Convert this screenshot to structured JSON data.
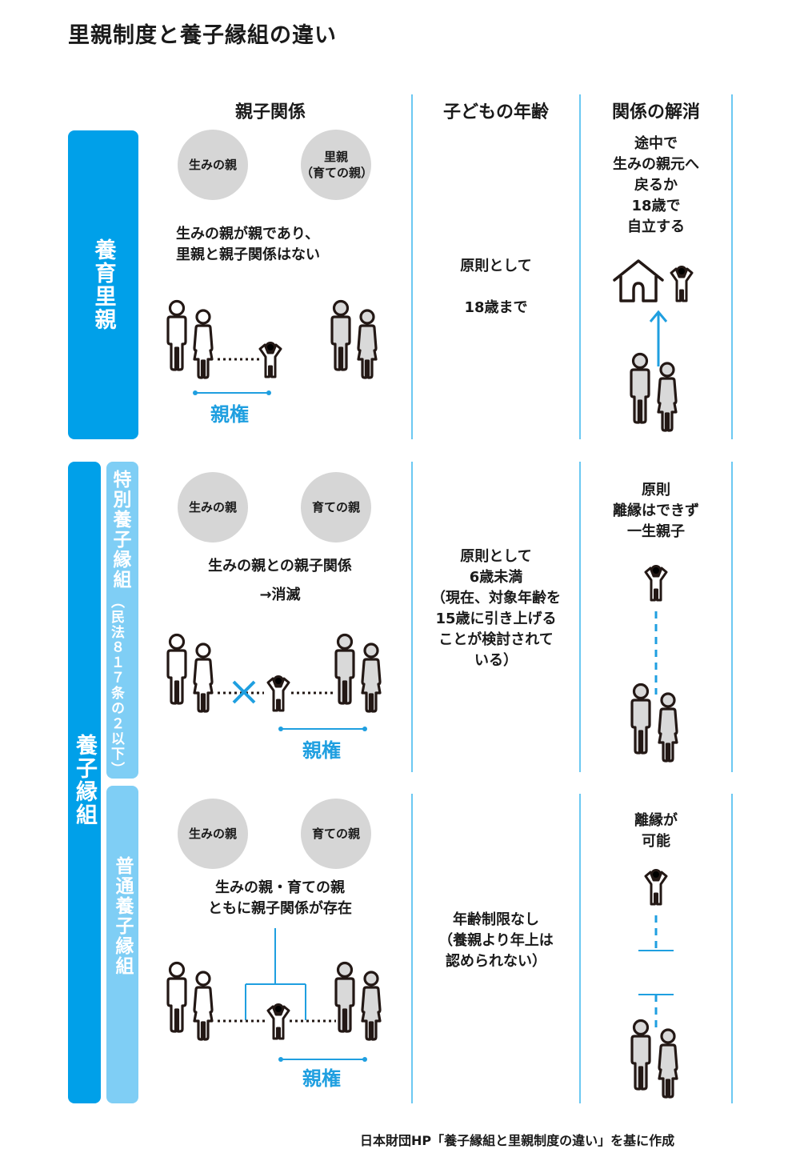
{
  "title": "里親制度と養子縁組の違い",
  "columns": {
    "relationship": "親子関係",
    "child_age": "子どもの年齢",
    "dissolution": "関係の解消"
  },
  "foster": {
    "label": "養育里親",
    "circle_birth": "生みの親",
    "circle_foster": "里親\n（育ての親）",
    "relationship_text": "生みの親が親であり、\n里親と親子関係はない",
    "custody_label": "親権",
    "age_text": "原則として\n\n18歳まで",
    "dissolution_text": "途中で\n生みの親元へ\n戻るか\n18歳で\n自立する"
  },
  "adoption": {
    "label": "養子縁組",
    "special": {
      "label": "特別養子縁組",
      "law_note": "（民法８１７条の２以下）",
      "circle_birth": "生みの親",
      "circle_raising": "育ての親",
      "relationship_text": "生みの親との親子関係\n→消滅",
      "custody_label": "親権",
      "age_text": "原則として\n6歳未満\n（現在、対象年齢を\n15歳に引き上げる\nことが検討されて\nいる）",
      "dissolution_text": "原則\n離縁はできず\n一生親子"
    },
    "ordinary": {
      "label": "普通養子縁組",
      "circle_birth": "生みの親",
      "circle_raising": "育ての親",
      "relationship_text": "生みの親・育ての親\nともに親子関係が存在",
      "custody_label": "親権",
      "age_text": "年齢制限なし\n（養親より年上は\n認められない）",
      "dissolution_text": "離縁が\n可能"
    }
  },
  "colors": {
    "primary_blue": "#00a0e9",
    "light_blue": "#7fcef5",
    "line_blue": "#6cc8f2",
    "circle_gray": "#d6d6d6",
    "figure_gray": "#d9d9d9"
  },
  "footer": "日本財団HP「養子縁組と里親制度の違い」を基に作成"
}
